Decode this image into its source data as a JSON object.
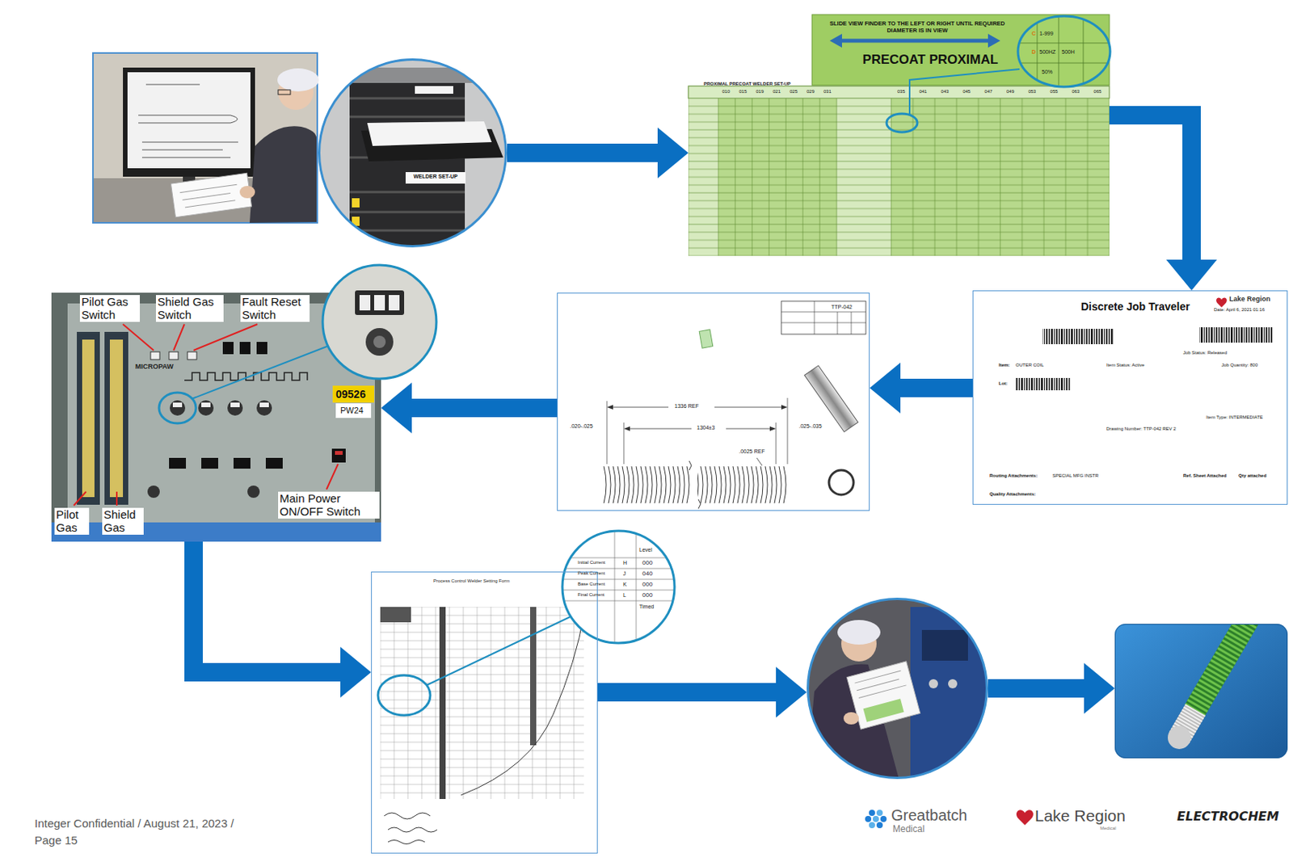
{
  "diagram": {
    "nodes": [
      {
        "text": [
          "WELDER SET-UP"
        ]
      },
      {
        "text": [
          "SLIDE VIEW FINDER TO THE LEFT OR RIGHT UNTIL REQUIRED DIAMETER IS IN VIEW",
          "PRECOAT PROXIMAL",
          "PROXIMAL PRECOAT WELDER SET-UP"
        ]
      },
      {
        "text": [
          "Discrete Job Traveler"
        ]
      },
      {
        "text": [
          "TTP-042"
        ]
      },
      {
        "text": [
          "MICROPAW"
        ]
      },
      {
        "text": [
          "Process Control Welder Setting Form"
        ]
      },
      {
        "text": []
      },
      {
        "text": []
      }
    ],
    "edges": [
      {
        "from": 0,
        "to": 1,
        "arrow": "to"
      },
      {
        "from": 1,
        "to": 2,
        "arrow": "to"
      },
      {
        "from": 2,
        "to": 3,
        "arrow": "to"
      },
      {
        "from": 3,
        "to": 4,
        "arrow": "to"
      },
      {
        "from": 4,
        "to": 5,
        "arrow": "to"
      },
      {
        "from": 5,
        "to": 6,
        "arrow": "to"
      },
      {
        "from": 6,
        "to": 7,
        "arrow": "to"
      }
    ],
    "labels": [
      "C",
      "1-999",
      "D",
      "500HZ",
      "500H",
      "50%",
      "010",
      "015",
      "019",
      "021",
      "025",
      "029",
      "031",
      "035",
      "041",
      "043",
      "045",
      "047",
      "049",
      "053",
      "055",
      "063",
      "065",
      "Lake Region",
      "Date: April 6, 2021 01:16",
      "Item:",
      "OUTER COIL",
      "Lot:",
      "Job Status: Released",
      "Item Status: Active",
      "Job Quantity: 800",
      "Item Type: INTERMEDIATE",
      "Drawing Number: TTP-042 REV 2",
      "Routing Attachments:",
      "SPECIAL MFG INSTR",
      "Quality Attachments:",
      "Ref. Sheet Attached",
      "Qty attached",
      "1336 REF",
      "1304±3",
      ".020-.025",
      ".025-.035",
      ".0025 REF",
      "Pilot Gas Switch",
      "Shield Gas Switch",
      "Fault Reset Switch",
      "Pilot Gas",
      "Shield Gas",
      "Main Power ON/OFF Switch",
      "09526",
      "PW24",
      "Level",
      "Initial Current",
      "H",
      "000",
      "Peak Current",
      "J",
      "040",
      "Base Current",
      "K",
      "000",
      "Final Current",
      "L",
      "000",
      "Timed",
      "Integer Confidential / August 21, 2023 /",
      "Page 15",
      "Greatbatch",
      "Medical",
      "Lake Region",
      "Medical",
      "ELECTROCHEM"
    ]
  }
}
